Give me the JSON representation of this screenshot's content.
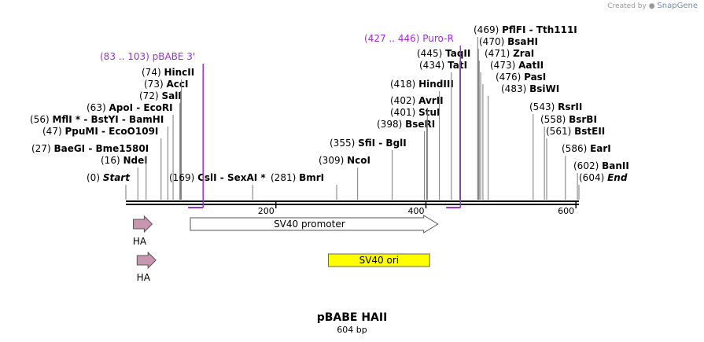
{
  "credit": {
    "prefix": "Created by",
    "brand": "SnapGene"
  },
  "plasmid": {
    "name": "pBABE HAII",
    "size_label": "604 bp",
    "length": 604
  },
  "colors": {
    "primer": "#9b30d9",
    "ha_feature": "#c896b0",
    "sv40_ori": "#ffff00",
    "backbone": "#000000"
  },
  "ruler": {
    "ticks": [
      {
        "value": 200,
        "label": "200"
      },
      {
        "value": 400,
        "label": "400"
      },
      {
        "value": 600,
        "label": "600"
      }
    ]
  },
  "sites": [
    {
      "name": "Start",
      "pos": 0,
      "pos_label": "(0)",
      "italic": true
    },
    {
      "name": "NdeI",
      "pos": 16,
      "pos_label": "(16)"
    },
    {
      "name": "BaeGI  - Bme1580I",
      "pos": 27,
      "pos_label": "(27)"
    },
    {
      "name": "PpuMI  - EcoO109I",
      "pos": 47,
      "pos_label": "(47)"
    },
    {
      "name": "MflI * - BstYI  - BamHI",
      "pos": 56,
      "pos_label": "(56)"
    },
    {
      "name": "ApoI  - EcoRI",
      "pos": 63,
      "pos_label": "(63)"
    },
    {
      "name": "SalI",
      "pos": 72,
      "pos_label": "(72)"
    },
    {
      "name": "AccI",
      "pos": 73,
      "pos_label": "(73)"
    },
    {
      "name": "HincII",
      "pos": 74,
      "pos_label": "(74)"
    },
    {
      "name": "CslI  - SexAI *",
      "pos": 169,
      "pos_label": "(169)"
    },
    {
      "name": "BmrI",
      "pos": 281,
      "pos_label": "(281)"
    },
    {
      "name": "NcoI",
      "pos": 309,
      "pos_label": "(309)"
    },
    {
      "name": "SfiI  - BglI",
      "pos": 355,
      "pos_label": "(355)"
    },
    {
      "name": "BseRI",
      "pos": 398,
      "pos_label": "(398)"
    },
    {
      "name": "StuI",
      "pos": 401,
      "pos_label": "(401)"
    },
    {
      "name": "AvrII",
      "pos": 402,
      "pos_label": "(402)"
    },
    {
      "name": "HindIII",
      "pos": 418,
      "pos_label": "(418)"
    },
    {
      "name": "TatI",
      "pos": 434,
      "pos_label": "(434)"
    },
    {
      "name": "TaqII",
      "pos": 445,
      "pos_label": "(445)"
    },
    {
      "name": "PflFI  - Tth111I",
      "pos": 469,
      "pos_label": "(469)"
    },
    {
      "name": "BsaHI",
      "pos": 470,
      "pos_label": "(470)"
    },
    {
      "name": "ZraI",
      "pos": 471,
      "pos_label": "(471)"
    },
    {
      "name": "AatII",
      "pos": 473,
      "pos_label": "(473)"
    },
    {
      "name": "PasI",
      "pos": 476,
      "pos_label": "(476)"
    },
    {
      "name": "BsiWI",
      "pos": 483,
      "pos_label": "(483)"
    },
    {
      "name": "RsrII",
      "pos": 543,
      "pos_label": "(543)"
    },
    {
      "name": "BsrBI",
      "pos": 558,
      "pos_label": "(558)"
    },
    {
      "name": "BstEII",
      "pos": 561,
      "pos_label": "(561)"
    },
    {
      "name": "EarI",
      "pos": 586,
      "pos_label": "(586)"
    },
    {
      "name": "BanII",
      "pos": 602,
      "pos_label": "(602)"
    },
    {
      "name": "End",
      "pos": 604,
      "pos_label": "(604)",
      "italic": true
    }
  ],
  "primers": [
    {
      "name": "pBABE 3'",
      "range_label": "(83 .. 103)",
      "start": 83,
      "end": 103
    },
    {
      "name": "Puro-R",
      "range_label": "(427 .. 446)",
      "start": 427,
      "end": 446
    }
  ],
  "features": [
    {
      "name": "HA",
      "kind": "arrow",
      "start": 10,
      "end": 35,
      "row": 1
    },
    {
      "name": "HA",
      "kind": "arrow",
      "start": 15,
      "end": 40,
      "row": 2
    },
    {
      "name": "SV40 promoter",
      "kind": "arrow",
      "start": 86,
      "end": 416,
      "row": 1
    },
    {
      "name": "SV40 ori",
      "kind": "box",
      "start": 270,
      "end": 405,
      "row": 2
    }
  ]
}
